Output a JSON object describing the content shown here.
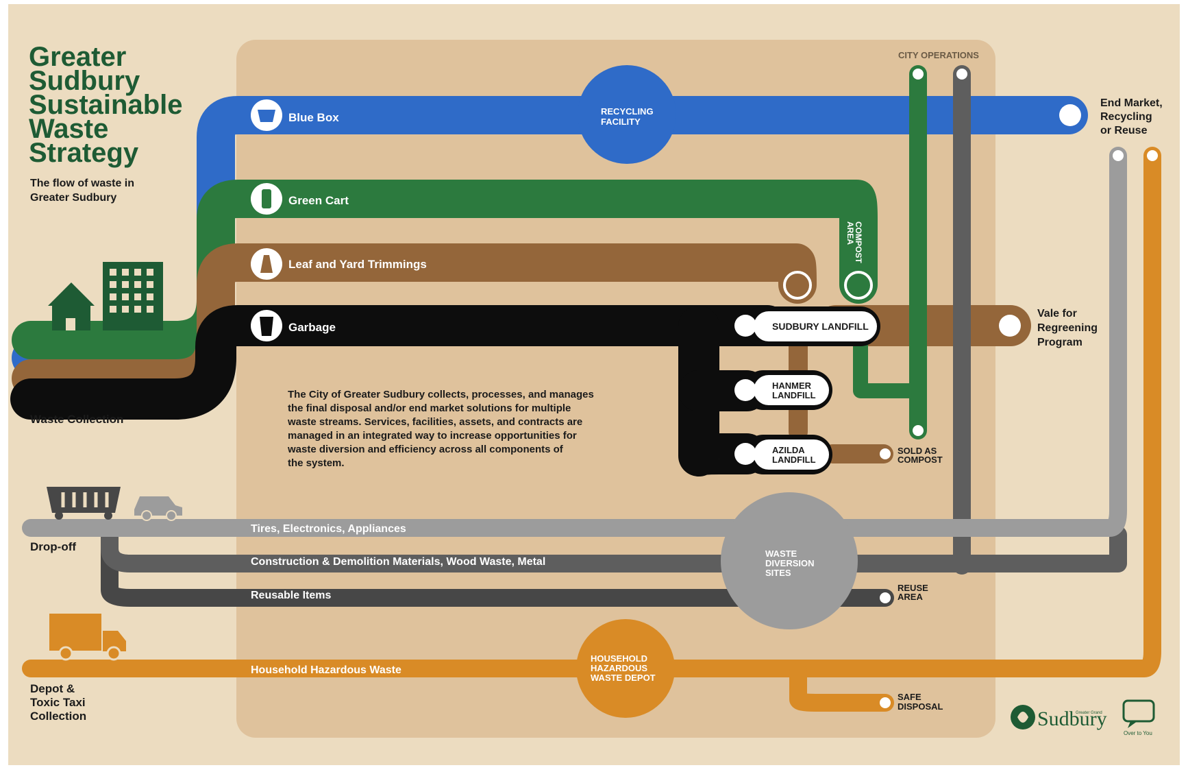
{
  "title_lines": [
    "Greater",
    "Sudbury",
    "Sustainable",
    "Waste",
    "Strategy"
  ],
  "subtitle_lines": [
    "The flow of waste in",
    "Greater Sudbury"
  ],
  "collection_label": "Waste Collection",
  "dropoff_label": "Drop-off",
  "depot_label_lines": [
    "Depot &",
    "Toxic Taxi",
    "Collection"
  ],
  "streams": {
    "blue_box": "Blue Box",
    "green_cart": "Green Cart",
    "leaf_yard": "Leaf and Yard Trimmings",
    "garbage": "Garbage",
    "tires": "Tires, Electronics, Appliances",
    "construction": "Construction & Demolition Materials, Wood Waste, Metal",
    "reusable": "Reusable Items",
    "hazardous": "Household Hazardous Waste"
  },
  "facilities": {
    "recycling_lines": [
      "RECYCLING",
      "FACILITY"
    ],
    "compost_lines": [
      "COMPOST",
      "AREA"
    ],
    "city_operations": "CITY OPERATIONS",
    "sudbury_landfill": "SUDBURY LANDFILL",
    "hanmer_lines": [
      "HANMER",
      "LANDFILL"
    ],
    "azilda_lines": [
      "AZILDA",
      "LANDFILL"
    ],
    "diversion_lines": [
      "WASTE",
      "DIVERSION",
      "SITES"
    ],
    "hazardous_depot_lines": [
      "HOUSEHOLD",
      "HAZARDOUS",
      "WASTE DEPOT"
    ]
  },
  "destinations": {
    "end_market_lines": [
      "End Market,",
      "Recycling",
      "or Reuse"
    ],
    "vale_lines": [
      "Vale for",
      "Regreening",
      "Program"
    ],
    "sold_compost_lines": [
      "SOLD AS",
      "COMPOST"
    ],
    "reuse_area_lines": [
      "REUSE",
      "AREA"
    ],
    "safe_disposal_lines": [
      "SAFE",
      "DISPOSAL"
    ]
  },
  "description_lines": [
    "The City of Greater Sudbury collects, processes, and manages",
    "the final disposal and/or end market solutions for multiple",
    "waste streams. Services, facilities, assets, and contracts are",
    "managed in an integrated way to increase opportunities for",
    "waste diversion and efficiency across all components of",
    "the system."
  ],
  "logo_text": "Sudbury",
  "logo_small_text": "Greater Grand",
  "feedback_text": "Over to You",
  "colors": {
    "background": "#ecdcc0",
    "panel": "#dfc29c",
    "blue": "#2f6bc8",
    "green": "#2c7a3e",
    "brown": "#94663a",
    "black": "#0d0d0d",
    "light_gray": "#9c9c9c",
    "dark_gray": "#5e5e5e",
    "darker_gray": "#474747",
    "orange": "#d98b26",
    "title_green": "#1e5b34"
  },
  "icons": [
    "house-icon",
    "building-icon",
    "blue-box-icon",
    "green-cart-icon",
    "leaf-bag-icon",
    "garbage-can-icon",
    "trailer-icon",
    "car-icon",
    "truck-icon",
    "sudbury-logo-icon",
    "speech-bubble-icon"
  ]
}
